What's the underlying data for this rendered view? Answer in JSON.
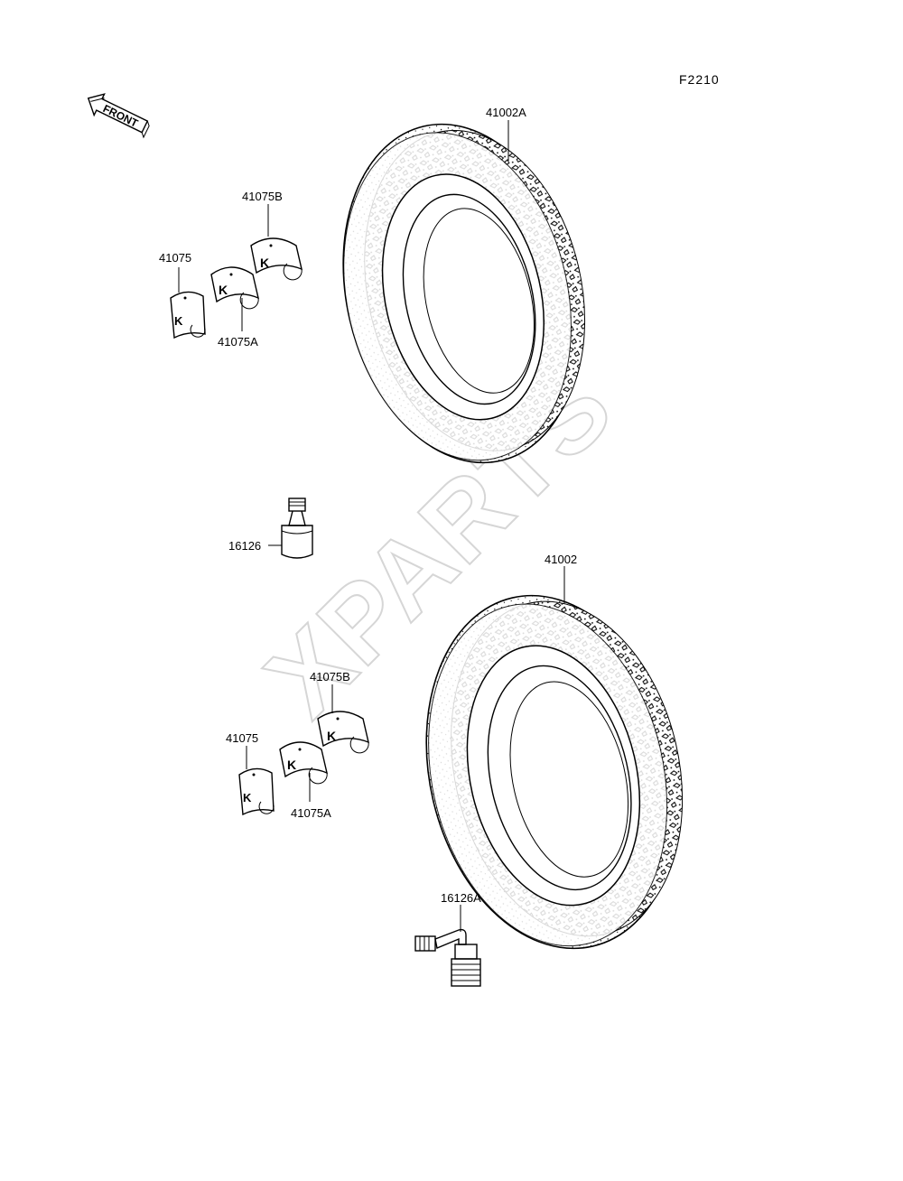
{
  "figure_code": "F2210",
  "front_label": "FRONT",
  "watermark": "XPARTS",
  "upper_assembly": {
    "tire_label": "41002A",
    "weight_b_label": "41075B",
    "weight_label": "41075",
    "weight_a_label": "41075A",
    "valve_label": "16126"
  },
  "lower_assembly": {
    "tire_label": "41002",
    "weight_b_label": "41075B",
    "weight_label": "41075",
    "weight_a_label": "41075A",
    "valve_label": "16126A"
  }
}
